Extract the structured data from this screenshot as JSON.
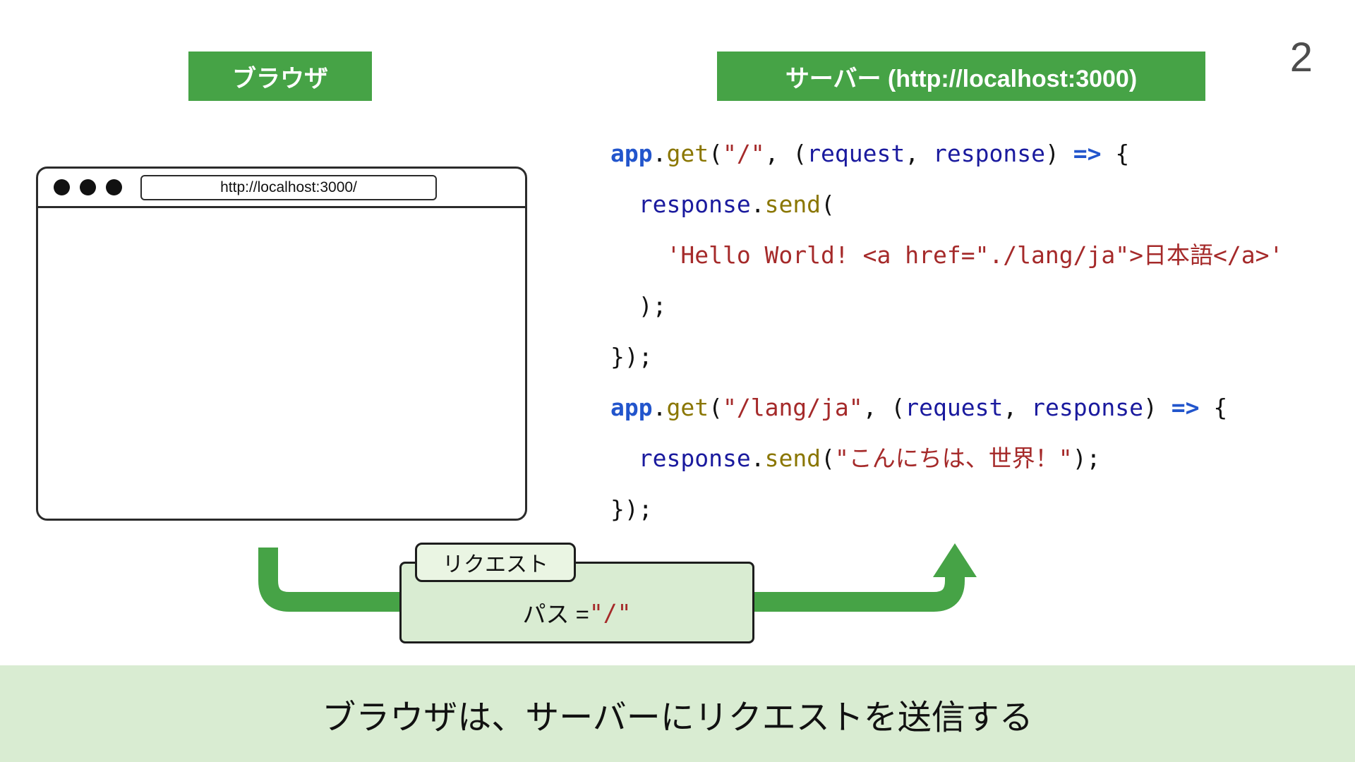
{
  "page": {
    "number": "2"
  },
  "labels": {
    "browser": "ブラウザ",
    "server": "サーバー (http://localhost:3000)"
  },
  "browser_window": {
    "url": "http://localhost:3000/"
  },
  "code": {
    "lines": [
      [
        {
          "t": "app",
          "c": "blue"
        },
        {
          "t": ".",
          "c": "plain"
        },
        {
          "t": "get",
          "c": "olive"
        },
        {
          "t": "(",
          "c": "plain"
        },
        {
          "t": "\"/\"",
          "c": "red"
        },
        {
          "t": ", (",
          "c": "plain"
        },
        {
          "t": "request",
          "c": "navy"
        },
        {
          "t": ", ",
          "c": "plain"
        },
        {
          "t": "response",
          "c": "navy"
        },
        {
          "t": ") ",
          "c": "plain"
        },
        {
          "t": "=>",
          "c": "blue"
        },
        {
          "t": " {",
          "c": "plain"
        }
      ],
      [
        {
          "t": "  ",
          "c": "plain"
        },
        {
          "t": "response",
          "c": "navy"
        },
        {
          "t": ".",
          "c": "plain"
        },
        {
          "t": "send",
          "c": "olive"
        },
        {
          "t": "(",
          "c": "plain"
        }
      ],
      [
        {
          "t": "    ",
          "c": "plain"
        },
        {
          "t": "'Hello World! <a href=\"./lang/ja\">日本語</a>'",
          "c": "red"
        }
      ],
      [
        {
          "t": "  );",
          "c": "plain"
        }
      ],
      [
        {
          "t": "});",
          "c": "plain"
        }
      ],
      [
        {
          "t": "app",
          "c": "blue"
        },
        {
          "t": ".",
          "c": "plain"
        },
        {
          "t": "get",
          "c": "olive"
        },
        {
          "t": "(",
          "c": "plain"
        },
        {
          "t": "\"/lang/ja\"",
          "c": "red"
        },
        {
          "t": ", (",
          "c": "plain"
        },
        {
          "t": "request",
          "c": "navy"
        },
        {
          "t": ", ",
          "c": "plain"
        },
        {
          "t": "response",
          "c": "navy"
        },
        {
          "t": ") ",
          "c": "plain"
        },
        {
          "t": "=>",
          "c": "blue"
        },
        {
          "t": " {",
          "c": "plain"
        }
      ],
      [
        {
          "t": "  ",
          "c": "plain"
        },
        {
          "t": "response",
          "c": "navy"
        },
        {
          "t": ".",
          "c": "plain"
        },
        {
          "t": "send",
          "c": "olive"
        },
        {
          "t": "(",
          "c": "plain"
        },
        {
          "t": "\"こんにちは、世界！\"",
          "c": "red"
        },
        {
          "t": ");",
          "c": "plain"
        }
      ],
      [
        {
          "t": "});",
          "c": "plain"
        }
      ]
    ]
  },
  "request": {
    "tag": "リクエスト",
    "path_prefix": "パス = ",
    "path_value": "\"/\""
  },
  "caption": "ブラウザは、サーバーにリクエストを送信する",
  "colors": {
    "green": "#46a346",
    "banner_green": "#d9ecd2",
    "box_green": "#d9ecd2",
    "label_box_green": "#eaf5e3",
    "code_blue": "#2255cc",
    "code_navy": "#1a1a9e",
    "code_olive": "#8a7600",
    "code_red": "#a52a2a",
    "ink": "#111111"
  }
}
